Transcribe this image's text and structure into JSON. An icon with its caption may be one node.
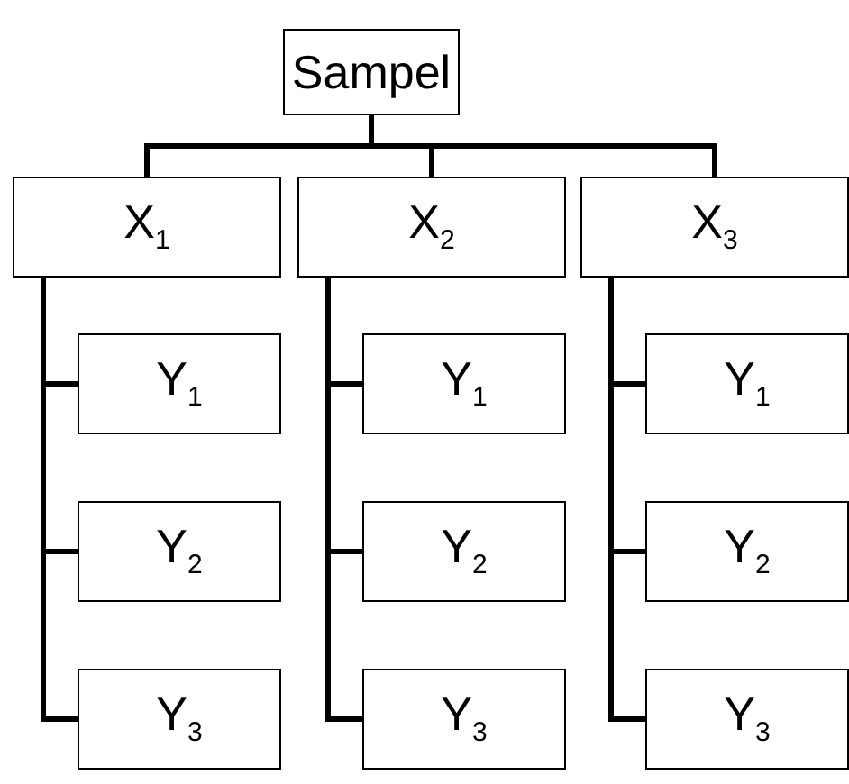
{
  "diagram": {
    "nodes": [
      {
        "text": [
          "Sampel"
        ]
      },
      {
        "text": [
          "X$_{1}$"
        ]
      },
      {
        "text": [
          "Y$_{1}$"
        ]
      },
      {
        "text": [
          "Y$_{2}$"
        ]
      },
      {
        "text": [
          "Y$_{3}$"
        ]
      },
      {
        "text": [
          "X$_{2}$"
        ]
      },
      {
        "text": [
          "Y$_{1}$"
        ]
      },
      {
        "text": [
          "Y$_{2}$"
        ]
      },
      {
        "text": [
          "Y$_{3}$"
        ]
      },
      {
        "text": [
          "X$_{3}$"
        ]
      },
      {
        "text": [
          "Y$_{1}$"
        ]
      },
      {
        "text": [
          "Y$_{2}$"
        ]
      },
      {
        "text": [
          "Y$_{3}$"
        ]
      }
    ],
    "edges": [
      {
        "from": 0,
        "to": 1,
        "arrow": "none"
      },
      {
        "from": 0,
        "to": 5,
        "arrow": "none"
      },
      {
        "from": 0,
        "to": 9,
        "arrow": "none"
      },
      {
        "from": 1,
        "to": 2,
        "arrow": "none"
      },
      {
        "from": 1,
        "to": 3,
        "arrow": "none"
      },
      {
        "from": 1,
        "to": 4,
        "arrow": "none"
      },
      {
        "from": 5,
        "to": 6,
        "arrow": "none"
      },
      {
        "from": 5,
        "to": 7,
        "arrow": "none"
      },
      {
        "from": 5,
        "to": 8,
        "arrow": "none"
      },
      {
        "from": 9,
        "to": 10,
        "arrow": "none"
      },
      {
        "from": 9,
        "to": 11,
        "arrow": "none"
      },
      {
        "from": 9,
        "to": 12,
        "arrow": "none"
      }
    ]
  }
}
